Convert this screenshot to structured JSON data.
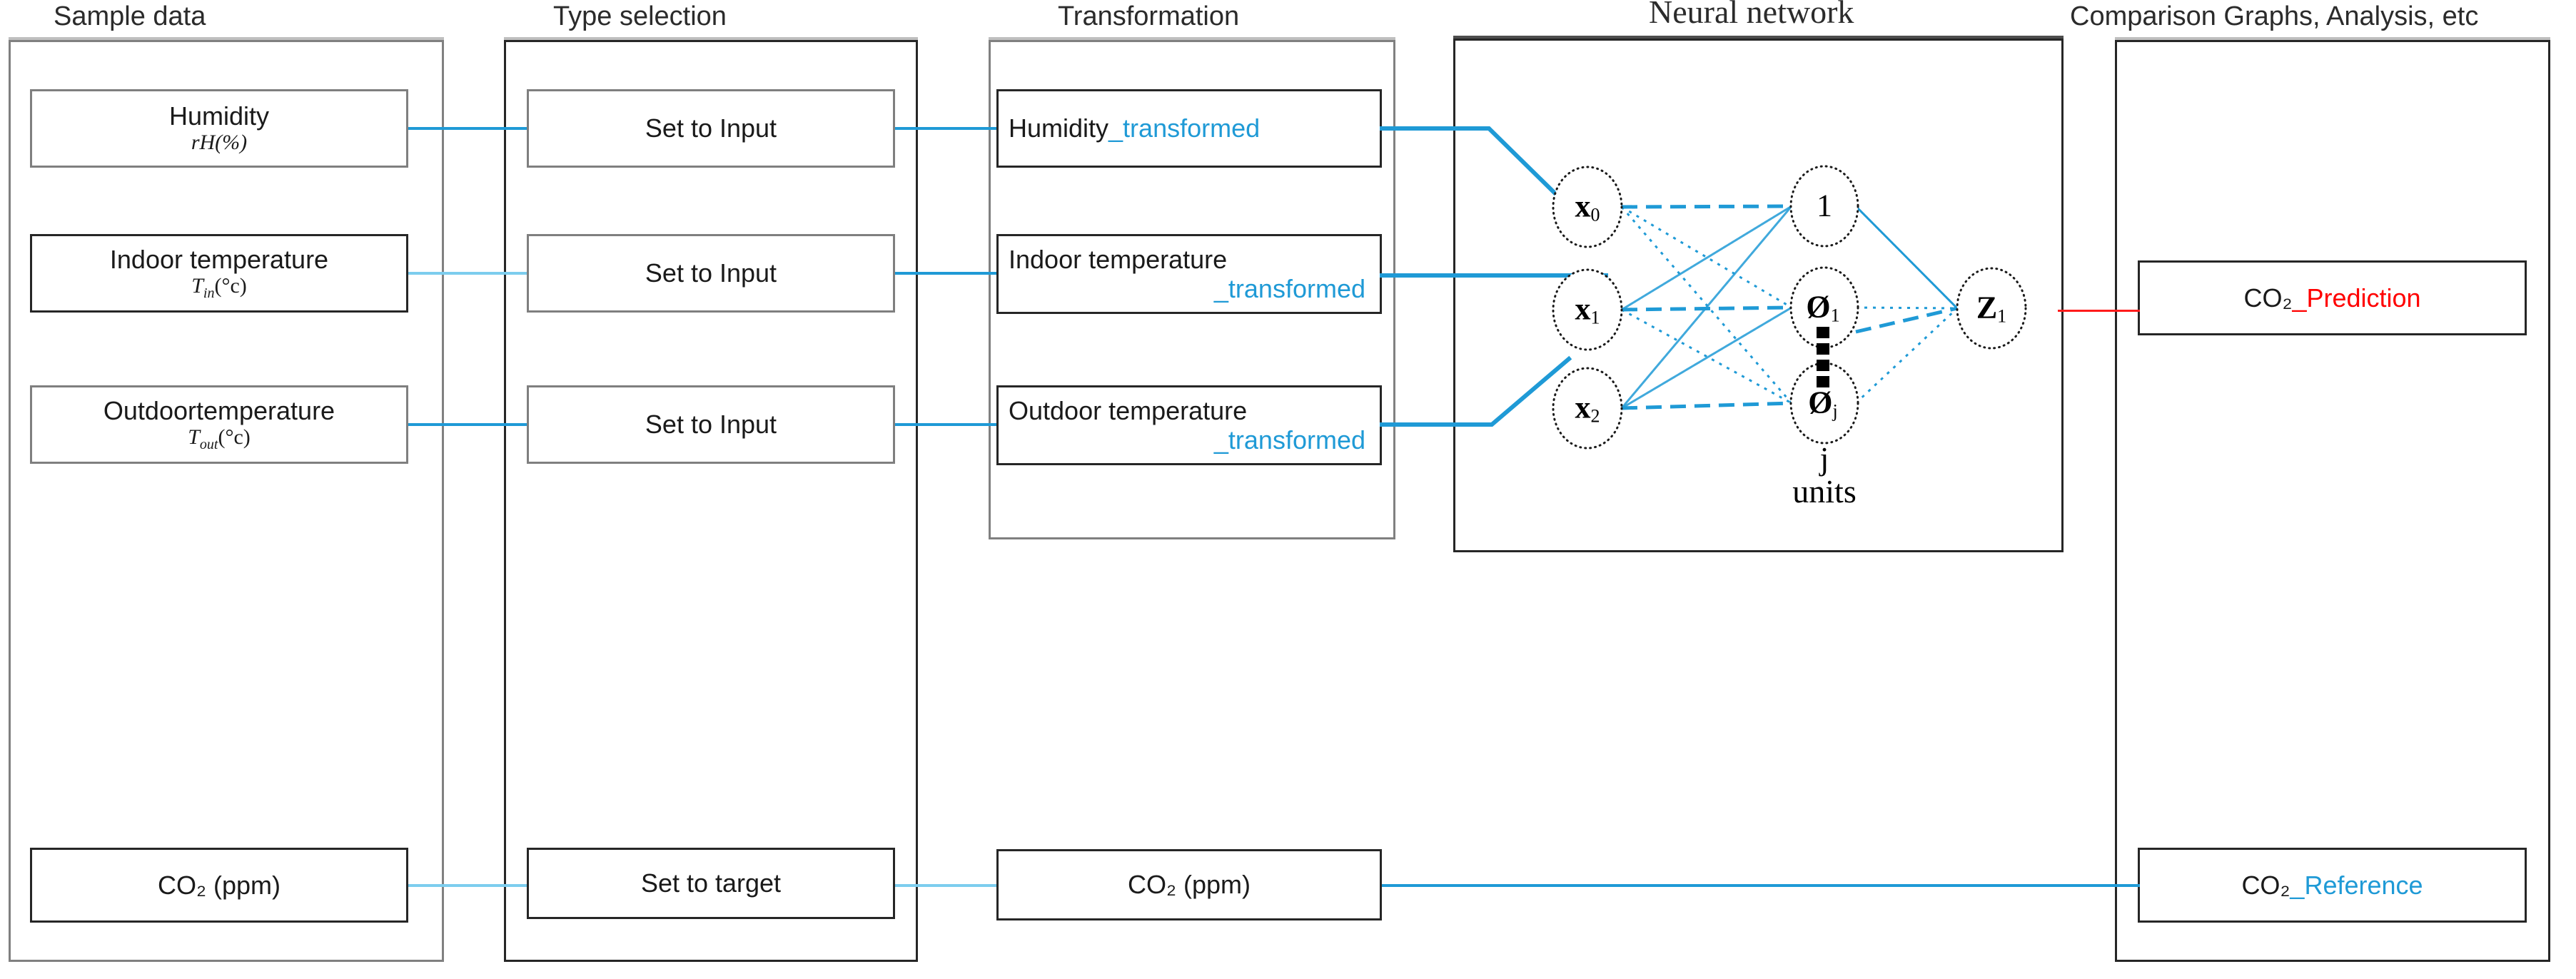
{
  "diagram": {
    "title_columns": [
      {
        "key": "sample_data",
        "label": "Sample data"
      },
      {
        "key": "type_selection",
        "label": "Type selection"
      },
      {
        "key": "transformation",
        "label": "Transformation"
      },
      {
        "key": "neural_network",
        "label": "Neural network"
      },
      {
        "key": "comparison",
        "label": "Comparison Graphs, Analysis, etc"
      }
    ],
    "colors": {
      "connector_blue": "#1f9ad6",
      "connector_blue_pale": "#7ccdee",
      "connector_red": "#ff1b1b",
      "accent_blue_text": "#1f9ad6",
      "accent_red_text": "#ff0000",
      "box_border_dark": "#262626",
      "box_border_grey": "#7f7f7f"
    }
  },
  "sample_data": {
    "header": "Sample data",
    "items": [
      {
        "name": "humidity",
        "line1": "Humidity",
        "line2": "rH(%)"
      },
      {
        "name": "indoor-temperature",
        "line1": "Indoor temperature",
        "line2": "T",
        "sub": "in",
        "unit": "(°c)"
      },
      {
        "name": "outdoor-temperature",
        "line1": "Outdoortemperature",
        "line2": "T",
        "sub": "out",
        "unit": "(°c)"
      },
      {
        "name": "co2-ppm",
        "line1": "CO₂ (ppm)"
      }
    ]
  },
  "type_selection": {
    "header": "Type selection",
    "items": [
      {
        "name": "set-to-input-humidity",
        "label": "Set to Input"
      },
      {
        "name": "set-to-input-indoor",
        "label": "Set to Input"
      },
      {
        "name": "set-to-input-outdoor",
        "label": "Set to Input"
      },
      {
        "name": "set-to-target-co2",
        "label": "Set to target"
      }
    ]
  },
  "transformation": {
    "header": "Transformation",
    "items": [
      {
        "name": "humidity-transformed",
        "base": "Humidity",
        "suffix": "_transformed",
        "layout": "inline"
      },
      {
        "name": "indoor-temperature-transformed",
        "base": "Indoor temperature",
        "suffix": "_transformed",
        "layout": "stacked"
      },
      {
        "name": "outdoor-temperature-transformed",
        "base": "Outdoor temperature",
        "suffix": "_transformed",
        "layout": "stacked"
      },
      {
        "name": "co2-ppm-passthrough",
        "base": "CO₂ (ppm)",
        "suffix": "",
        "layout": "plain"
      }
    ]
  },
  "neural_network": {
    "header": "Neural network",
    "input_layer": [
      {
        "name": "input-node-x0",
        "label": "x",
        "sub": "0"
      },
      {
        "name": "input-node-x1",
        "label": "x",
        "sub": "1"
      },
      {
        "name": "input-node-x2",
        "label": "x",
        "sub": "2"
      }
    ],
    "hidden_layer": [
      {
        "name": "hidden-node-bias",
        "label": "1",
        "sub": ""
      },
      {
        "name": "hidden-node-phi1",
        "label": "Ø",
        "sub": "1"
      },
      {
        "name": "hidden-node-phij",
        "label": "Ø",
        "sub": "j"
      }
    ],
    "hidden_ellipsis": "▪▪▪▪",
    "units_caption_line1": "j",
    "units_caption_line2": "units",
    "output_layer": [
      {
        "name": "output-node-z1",
        "label": "Z",
        "sub": "1"
      }
    ]
  },
  "comparison": {
    "header": "Comparison Graphs, Analysis, etc",
    "items": [
      {
        "name": "co2-prediction",
        "base": "CO₂",
        "suffix": "_Prediction",
        "accent": "red"
      },
      {
        "name": "co2-reference",
        "base": "CO₂",
        "suffix": "_Reference",
        "accent": "blue"
      }
    ]
  }
}
